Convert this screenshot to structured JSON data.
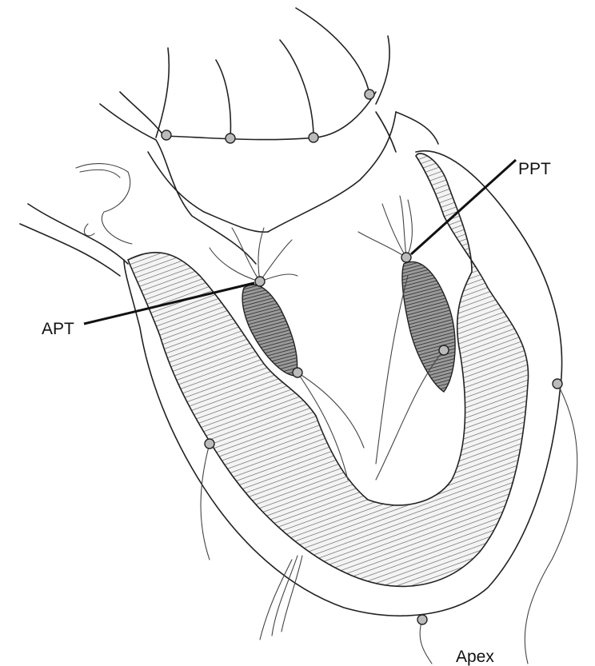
{
  "labels": {
    "apt": "APT",
    "ppt": "PPT",
    "apex": "Apex"
  },
  "colors": {
    "ink": "#222222",
    "background": "#ffffff",
    "node_fill": "#bbbbbb"
  }
}
